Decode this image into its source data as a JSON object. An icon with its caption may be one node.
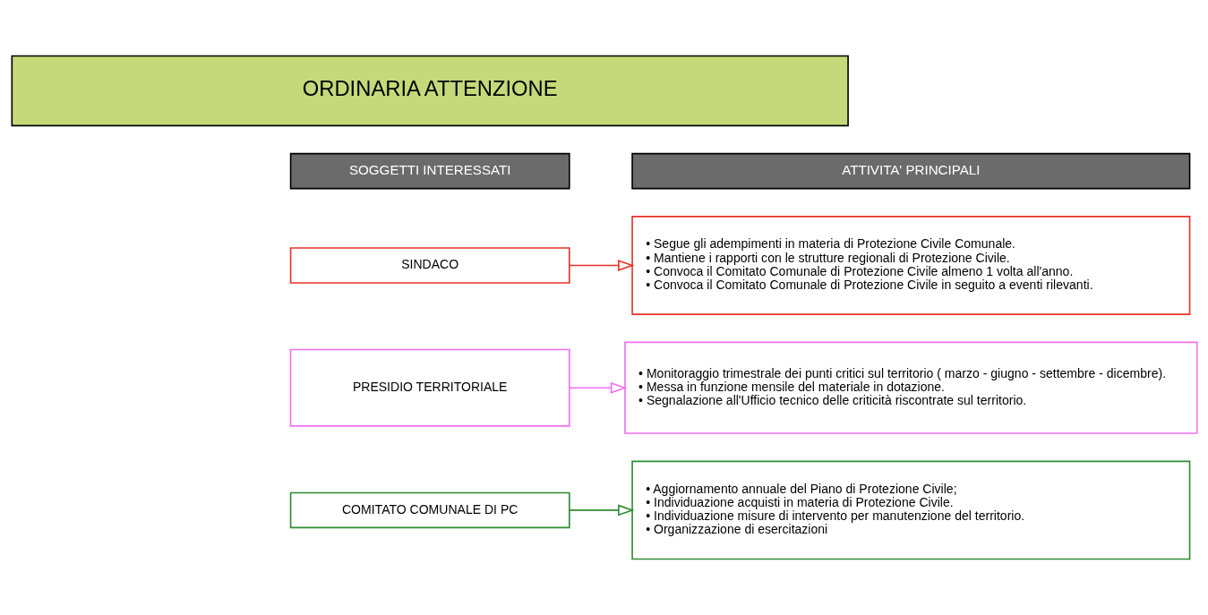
{
  "diagram": {
    "nodes": [
      {
        "text": [
          "ORDINARIA ATTENZIONE"
        ]
      },
      {
        "text": [
          "SOGGETTI INTERESSATI"
        ]
      },
      {
        "text": [
          "ATTIVITA' PRINCIPALI"
        ]
      },
      {
        "text": [
          "SINDACO"
        ]
      },
      {
        "text": [
          "• Segue gli adempimenti in materia di Protezione Civile Comunale.",
          "• Mantiene i rapporti con le strutture regionali di Protezione Civile.",
          "• Convoca il Comitato Comunale di Protezione Civile almeno 1 volta all'anno.",
          "• Convoca il Comitato Comunale di Protezione Civile in seguito a eventi rilevanti."
        ]
      },
      {
        "text": [
          "PRESIDIO TERRITORIALE"
        ]
      },
      {
        "text": [
          "• Monitoraggio trimestrale dei punti critici sul territorio ( marzo - giugno - settembre - dicembre).",
          "• Messa in funzione mensile del materiale in dotazione.",
          "• Segnalazione all'Ufficio tecnico delle criticità riscontrate sul territorio."
        ]
      },
      {
        "text": [
          "COMITATO COMUNALE DI PC"
        ]
      },
      {
        "text": [
          "• Aggiornamento annuale del Piano di Protezione Civile;",
          "• Individuazione acquisti in materia di Protezione Civile.",
          "• Individuazione misure di intervento per manutenzione del territorio.",
          "• Organizzazione di esercitazioni"
        ]
      }
    ],
    "edges": [
      {
        "from": 3,
        "to": 4,
        "arrow": "to",
        "color": "#e8322a"
      },
      {
        "from": 5,
        "to": 6,
        "arrow": "to",
        "color": "#f070f0"
      },
      {
        "from": 7,
        "to": 8,
        "arrow": "to",
        "color": "#2e8b2e"
      }
    ]
  }
}
